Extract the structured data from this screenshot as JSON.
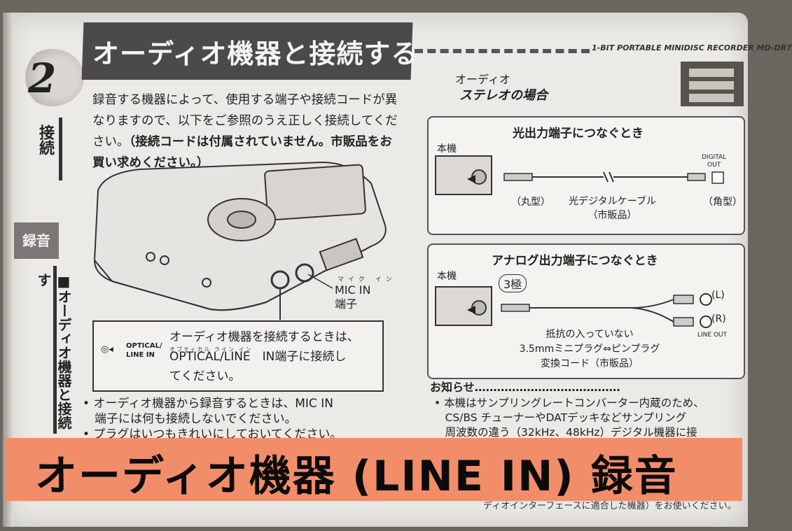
{
  "page": {
    "chapter_number": "2",
    "title": "オーディオ機器と接続する",
    "model": "1-BIT PORTABLE MINIDISC RECORDER MD-DR7"
  },
  "side_tabs": {
    "connect": "接続",
    "record": "録音",
    "section": "■オーディオ機器と接続す"
  },
  "intro": {
    "text": "録音する機器によって、使用する端子や接続コードが異なりますので、以下をご参照のうえ正しく接続してください。",
    "bold_text": "（接続コードは付属されていません。市販品をお買い求めください。）"
  },
  "illustration": {
    "mic_ruby": "マイク イン",
    "mic_label_1": "MIC IN",
    "mic_label_2": "端子"
  },
  "optical_box": {
    "icon_tag_1": "OPTICAL/",
    "icon_tag_2": "LINE IN",
    "ruby": "オプティカル ライン イン",
    "line1": "オーディオ機器を接続するときは、",
    "line2": "OPTICAL/LINE　IN端子に接続し",
    "line3": "てください。"
  },
  "bullets": [
    "• オーディオ機器から録音するときは、MIC IN",
    "　端子には何も接続しないでください。",
    "• プラグはいつもきれいにしておいてください。"
  ],
  "right": {
    "audio_label": "オーディオ",
    "stereo_label": "ステレオの場合"
  },
  "panel_optical": {
    "title": "光出力端子につなぐとき",
    "unit": "本機",
    "plug_round": "（丸型）",
    "cable_1": "光デジタルケーブル",
    "cable_2": "（市販品）",
    "plug_square": "（角型）",
    "digital_out_1": "DIGITAL",
    "digital_out_2": "OUT"
  },
  "panel_analog": {
    "title": "アナログ出力端子につなぐとき",
    "unit": "本機",
    "pole": "3極",
    "desc_1": "抵抗の入っていない",
    "desc_2": "3.5mmミニプラグ⇔ピンプラグ",
    "desc_3": "変換コード（市販品）",
    "left": "(L)",
    "right": "(R)",
    "line_out": "LINE OUT"
  },
  "notice": {
    "head": "お知らせ…………………………………",
    "line1": "• 本機はサンプリングレートコンバーター内蔵のため、",
    "line2": "　CS/BS チューナーやDATデッキなどサンプリング",
    "line3": "　周波数の違う（32kHz、48kHz）デジタル機器に接",
    "footer": "ディオインターフェースに適合した機器）をお使いください。"
  },
  "banner": {
    "text": "オーディオ機器 (LINE IN) 録音"
  }
}
